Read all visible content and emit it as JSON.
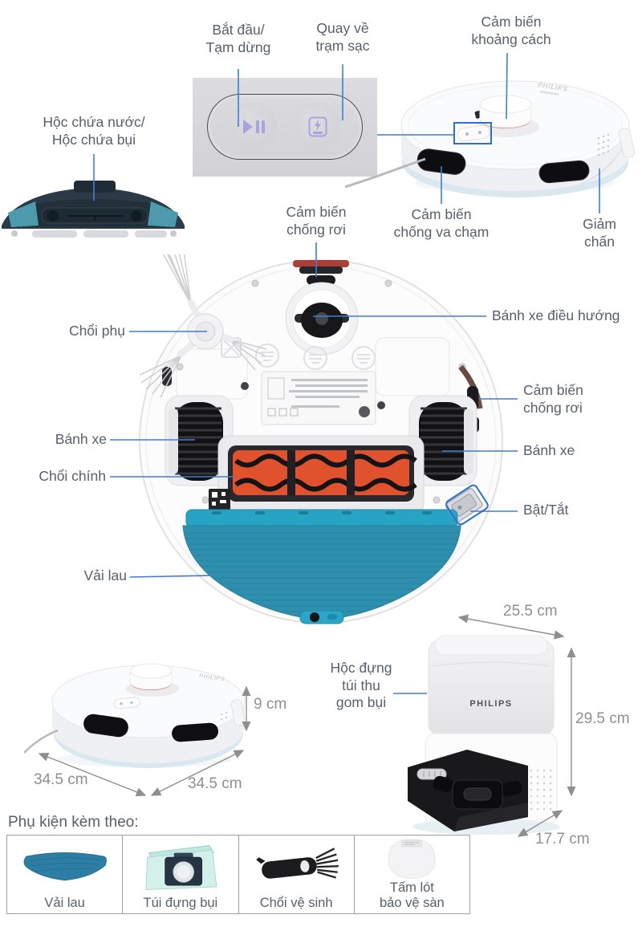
{
  "brand": {
    "name": "PHILIPS"
  },
  "labels": {
    "water_dust_box": "Hộc chứa nước/\nHộc chứa bụi",
    "start_pause": "Bắt đầu/\nTạm dừng",
    "return_dock": "Quay về\ntrạm sạc",
    "distance_sensor": "Cảm biến\nkhoảng cách",
    "cliff_sensor_top": "Cảm biến\nchống rơi",
    "collision_sensor": "Cảm biến\nchống va chạm",
    "bumper": "Giảm\nchấn",
    "side_brush": "Chổi phụ",
    "wheel_left": "Bánh xe",
    "main_brush": "Chổi chính",
    "mop_cloth": "Vải lau",
    "caster_wheel": "Bánh xe điều hướng",
    "cliff_sensor_right": "Cảm biến\nchống rơi",
    "wheel_right": "Bánh xe",
    "power_switch": "Bật/Tắt",
    "dust_bag_box": "Hộc đựng\ntúi thu\ngom bụi"
  },
  "dimensions": {
    "robot_height": "9 cm",
    "robot_width": "34.5 cm",
    "robot_depth": "34.5 cm",
    "dock_width": "25.5 cm",
    "dock_height": "29.5 cm",
    "dock_depth": "17.7 cm"
  },
  "accessories": {
    "title": "Phụ kiện kèm theo:",
    "items": [
      {
        "label": "Vải lau"
      },
      {
        "label": "Túi đựng bụi"
      },
      {
        "label": "Chổi vệ sinh"
      },
      {
        "label": "Tấm lót\nbảo vệ sàn"
      }
    ]
  },
  "colors": {
    "leader_blue": "#3e7dd6",
    "highlight_blue": "#2e6fd0",
    "label_gray": "#57606b",
    "dimension_gray": "#8f8f8f",
    "accent_orange": "#e4512c",
    "mop_teal": "#2e8fae"
  }
}
